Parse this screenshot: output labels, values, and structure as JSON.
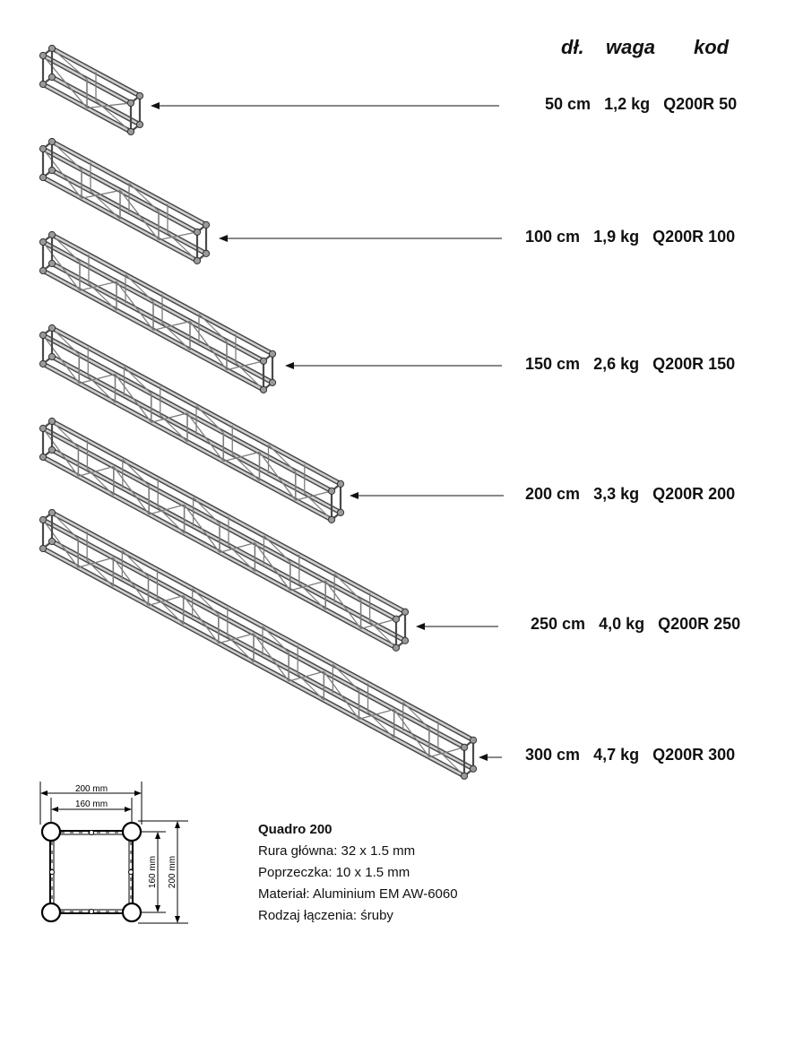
{
  "header": {
    "length": "dł.",
    "weight": "waga",
    "code": "kod"
  },
  "items": [
    {
      "length": "50 cm",
      "weight": "1,2 kg",
      "code": "Q200R 50"
    },
    {
      "length": "100 cm",
      "weight": "1,9 kg",
      "code": "Q200R 100"
    },
    {
      "length": "150 cm",
      "weight": "2,6 kg",
      "code": "Q200R 150"
    },
    {
      "length": "200 cm",
      "weight": "3,3 kg",
      "code": "Q200R 200"
    },
    {
      "length": "250 cm",
      "weight": "4,0 kg",
      "code": "Q200R 250"
    },
    {
      "length": "300 cm",
      "weight": "4,7 kg",
      "code": "Q200R 300"
    }
  ],
  "cross_section": {
    "outer": "200 mm",
    "inner": "160 mm"
  },
  "specs": {
    "title": "Quadro 200",
    "lines": [
      "Rura główna: 32 x 1.5 mm",
      "Poprzeczka:  10 x 1.5 mm",
      "Materiał: Aluminium EM AW-6060",
      "Rodzaj łączenia:  śruby"
    ]
  }
}
